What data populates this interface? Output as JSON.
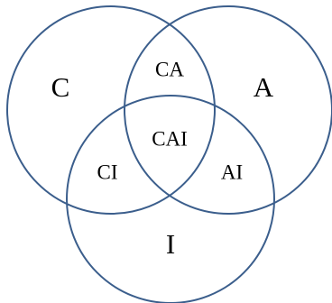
{
  "diagram": {
    "type": "venn",
    "stroke_color": "#3b5e8c",
    "sets": [
      {
        "id": "C",
        "label": "C"
      },
      {
        "id": "A",
        "label": "A"
      },
      {
        "id": "I",
        "label": "I"
      }
    ],
    "regions": {
      "ca": "CA",
      "cai": "CAI",
      "ci": "CI",
      "ai": "AI"
    }
  }
}
